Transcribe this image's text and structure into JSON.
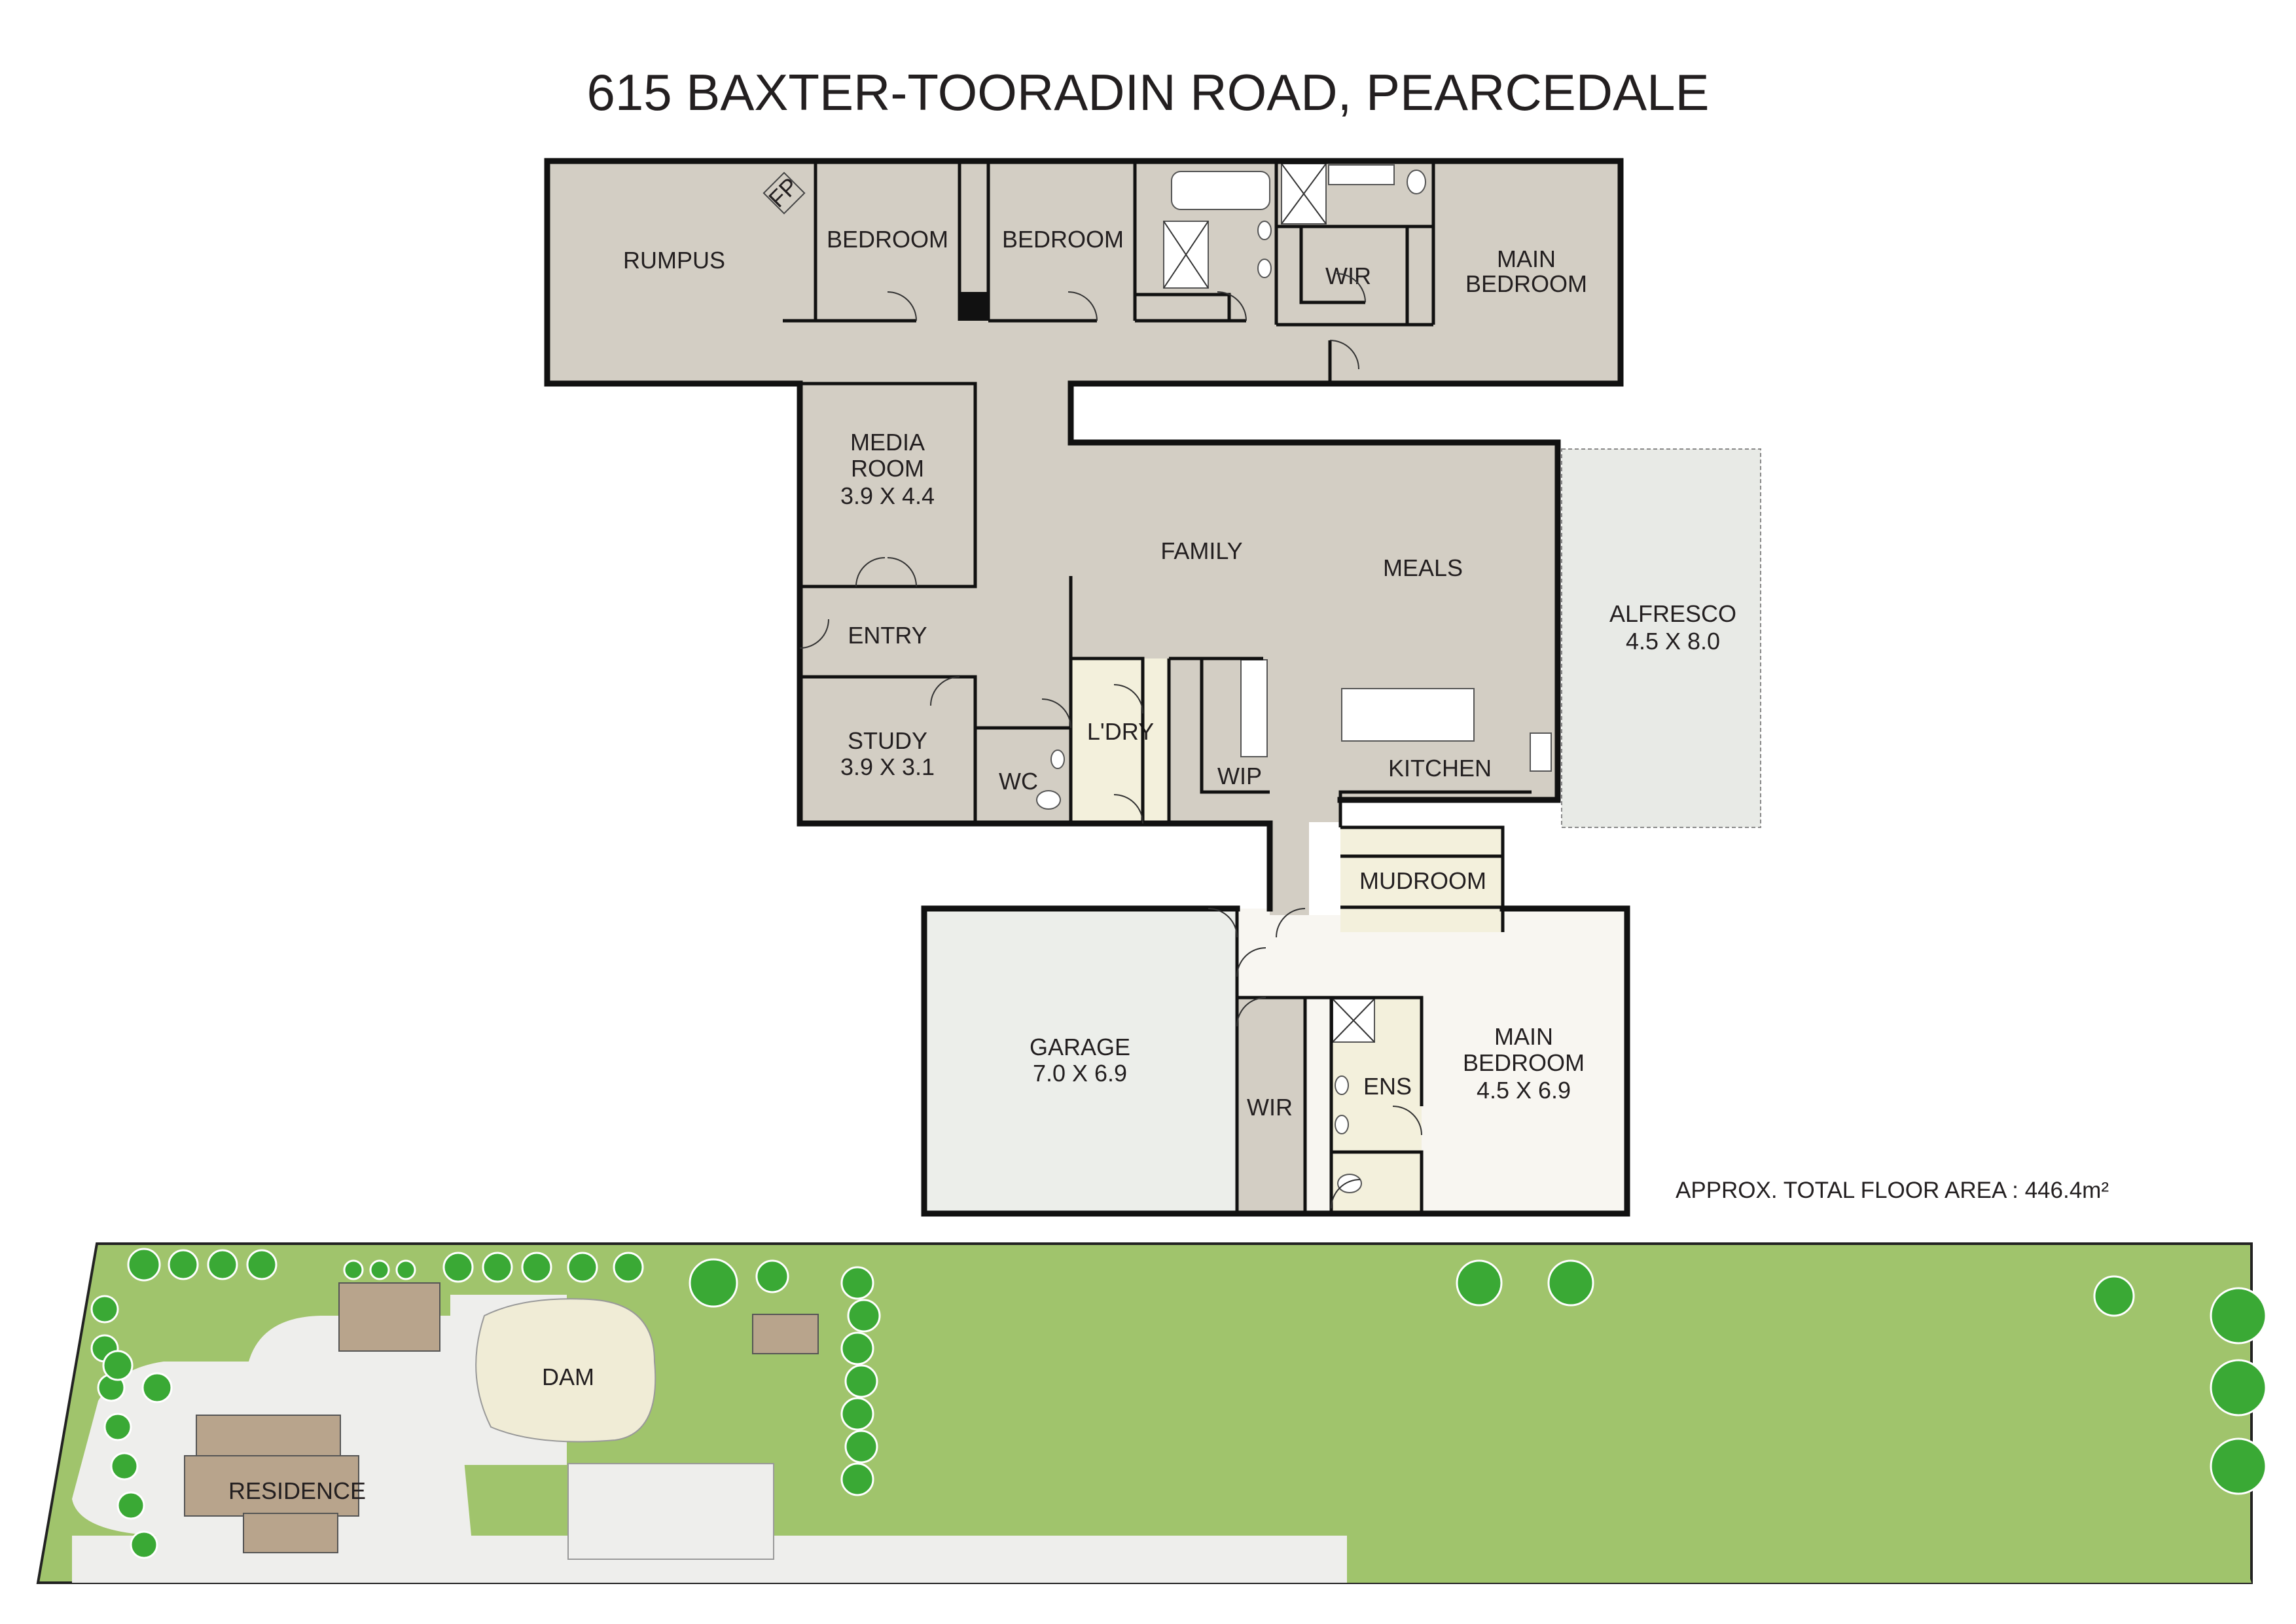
{
  "title": "615 BAXTER-TOORADIN ROAD, PEARCEDALE",
  "floor_area": "APPROX. TOTAL FLOOR AREA : 446.4m²",
  "colors": {
    "room": "#d3cec4",
    "main_suite": "#f8f6f1",
    "garage": "#eceeea",
    "alfresco": "#e8eae6",
    "laundry": "#f3f0dc",
    "lawn": "#a0c46c",
    "path": "#eeeeec",
    "tree": "#3aa935",
    "wall": "#111111"
  },
  "rooms": {
    "rumpus": {
      "name": "RUMPUS"
    },
    "bedroom_1": {
      "name": "BEDROOM"
    },
    "bedroom_2": {
      "name": "BEDROOM"
    },
    "wir_upper": {
      "name": "WIR"
    },
    "main_bedroom_upper": {
      "line1": "MAIN",
      "line2": "BEDROOM"
    },
    "media_room": {
      "line1": "MEDIA",
      "line2": "ROOM",
      "size": "3.9 X 4.4"
    },
    "family": {
      "name": "FAMILY"
    },
    "meals": {
      "name": "MEALS"
    },
    "alfresco": {
      "name": "ALFRESCO",
      "size": "4.5 X 8.0"
    },
    "entry": {
      "name": "ENTRY"
    },
    "study": {
      "name": "STUDY",
      "size": "3.9 X 3.1"
    },
    "wc": {
      "name": "WC"
    },
    "laundry": {
      "name": "L'DRY"
    },
    "wip": {
      "name": "WIP"
    },
    "kitchen": {
      "name": "KITCHEN"
    },
    "mudroom": {
      "name": "MUDROOM"
    },
    "garage": {
      "name": "GARAGE",
      "size": "7.0 X 6.9"
    },
    "wir_lower": {
      "name": "WIR"
    },
    "ens": {
      "name": "ENS"
    },
    "main_bedroom_lower": {
      "line1": "MAIN",
      "line2": "BEDROOM",
      "size": "4.5 X 6.9"
    }
  },
  "fireplace": {
    "label": "FP"
  },
  "site": {
    "dam": {
      "name": "DAM"
    },
    "residence": {
      "name": "RESIDENCE"
    }
  }
}
